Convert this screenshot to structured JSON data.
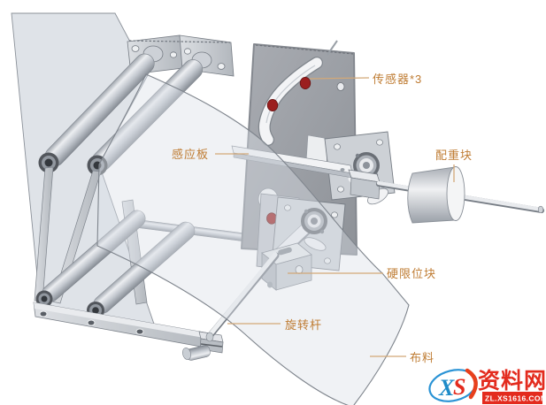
{
  "diagram": {
    "labels": {
      "sensor": "传感器*3",
      "induction_plate": "感应板",
      "counterweight": "配重块",
      "hard_limit": "硬限位块",
      "rotating_rod": "旋转杆",
      "fabric": "布料"
    },
    "sensor_dot_count": 3,
    "colors": {
      "label_text": "#bf7c33",
      "leader_line": "#d2a878",
      "sensor_dot": "#9b1f1f",
      "plate_gray": "#9a9ea5",
      "metal_light": "#d6dade",
      "fabric_tint": "#dce1e8"
    }
  },
  "watermark": {
    "logo_x": "X",
    "logo_s": "S",
    "site_name": "资料网",
    "site_url": "ZL.XS1616.COM",
    "red": "#e32b1e",
    "blue": "#1e8bc8"
  }
}
